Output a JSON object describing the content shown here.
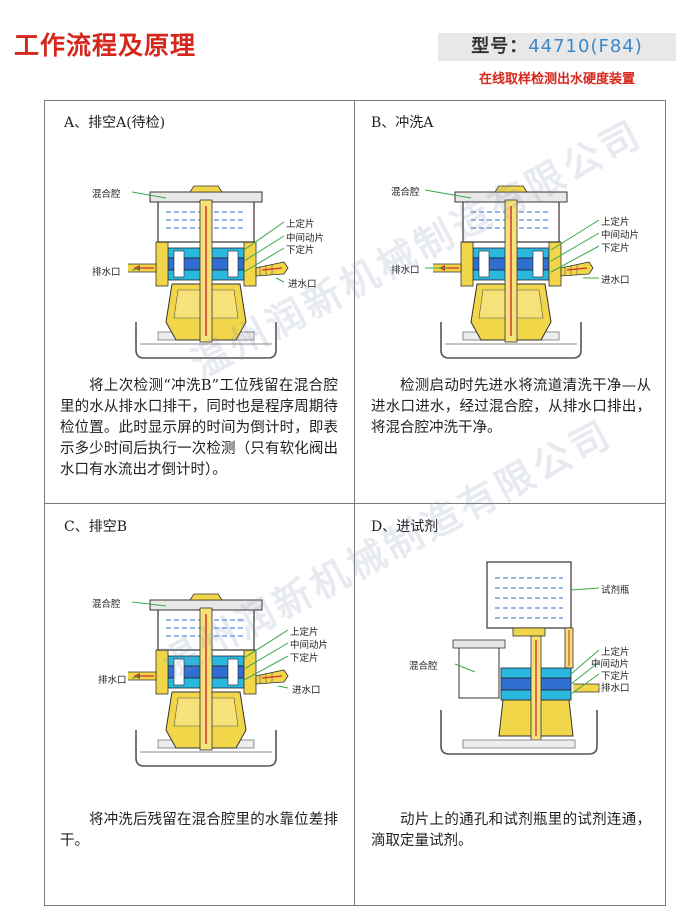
{
  "header": {
    "title": "工作流程及原理",
    "model_label": "型号：",
    "model_value": "44710(F84)",
    "subtitle": "在线取样检测出水硬度装置"
  },
  "labels": {
    "mixing_chamber": "混合腔",
    "drain_port": "排水口",
    "inlet_port": "进水口",
    "upper_fixed": "上定片",
    "middle_moving": "中间动片",
    "lower_fixed": "下定片",
    "reagent_bottle": "试剂瓶"
  },
  "watermark": "温州润新机械制造有限公司",
  "panels": [
    {
      "title": "A、排空A(待检)",
      "text": "将上次检测“冲洗B”工位残留在混合腔里的水从排水口排干，同时也是程序周期待检位置。此时显示屏的时间为倒计时，即表示多少时间后执行一次检测（只有软化阀出水口有水流出才倒计时）。"
    },
    {
      "title": "B、冲洗A",
      "text": "检测启动时先进水将流道清洗干净—从进水口进水，经过混合腔，从排水口排出，将混合腔冲洗干净。"
    },
    {
      "title": "C、排空B",
      "text": "将冲洗后残留在混合腔里的水靠位差排干。"
    },
    {
      "title": "D、进试剂",
      "text": "动片上的通孔和试剂瓶里的试剂连通，滴取定量试剂。"
    }
  ],
  "colors": {
    "title_red": "#d6271d",
    "model_blue": "#3a89c9",
    "body_yellow": "#f2d64a",
    "chamber_blue": "#2f6fd1",
    "plate_cyan": "#2bb8e0",
    "leader_green": "#3aa84a",
    "flow_red": "#d42a2a"
  }
}
